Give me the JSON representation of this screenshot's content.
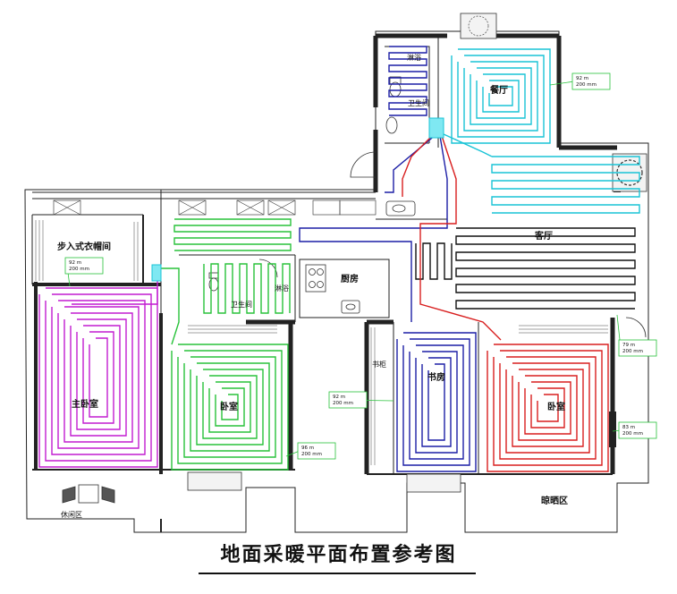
{
  "title": "地面采暖平面布置参考图",
  "colors": {
    "teal": "#19c3d6",
    "magenta": "#c21cd1",
    "green": "#28c23a",
    "blue": "#1c1ea6",
    "red": "#d81e1e",
    "black": "#111111",
    "tag_border": "#28c23a",
    "wall": "#222222"
  },
  "rooms": {
    "dining": "餐厅",
    "living": "客厅",
    "master_bedroom": "主卧室",
    "bedroom_left": "卧室",
    "study": "书房",
    "bedroom_right": "卧室",
    "kitchen": "厨房",
    "walk_in_closet": "步入式衣帽间",
    "bathroom_left": "卫生间",
    "bathroom_top": "卫生间",
    "bookshelf": "书柜",
    "balcony_left": "休闲区",
    "balcony_right": "晾晒区",
    "manifold_a": "淋浴",
    "manifold_b": "淋浴"
  },
  "tags": [
    {
      "id": "dining",
      "length": "92 m",
      "spacing": "200 mm"
    },
    {
      "id": "master",
      "length": "92 m",
      "spacing": "200 mm"
    },
    {
      "id": "study",
      "length": "92 m",
      "spacing": "200 mm"
    },
    {
      "id": "bedroom_left",
      "length": "96 m",
      "spacing": "200 mm"
    },
    {
      "id": "living",
      "length": "79 m",
      "spacing": "200 mm"
    },
    {
      "id": "bedroom_right",
      "length": "83 m",
      "spacing": "200 mm"
    }
  ],
  "icons": [
    "tree-icon",
    "toilet-icon",
    "sink-icon",
    "stove-icon",
    "patio-furniture-icon",
    "door-swing-icon"
  ]
}
